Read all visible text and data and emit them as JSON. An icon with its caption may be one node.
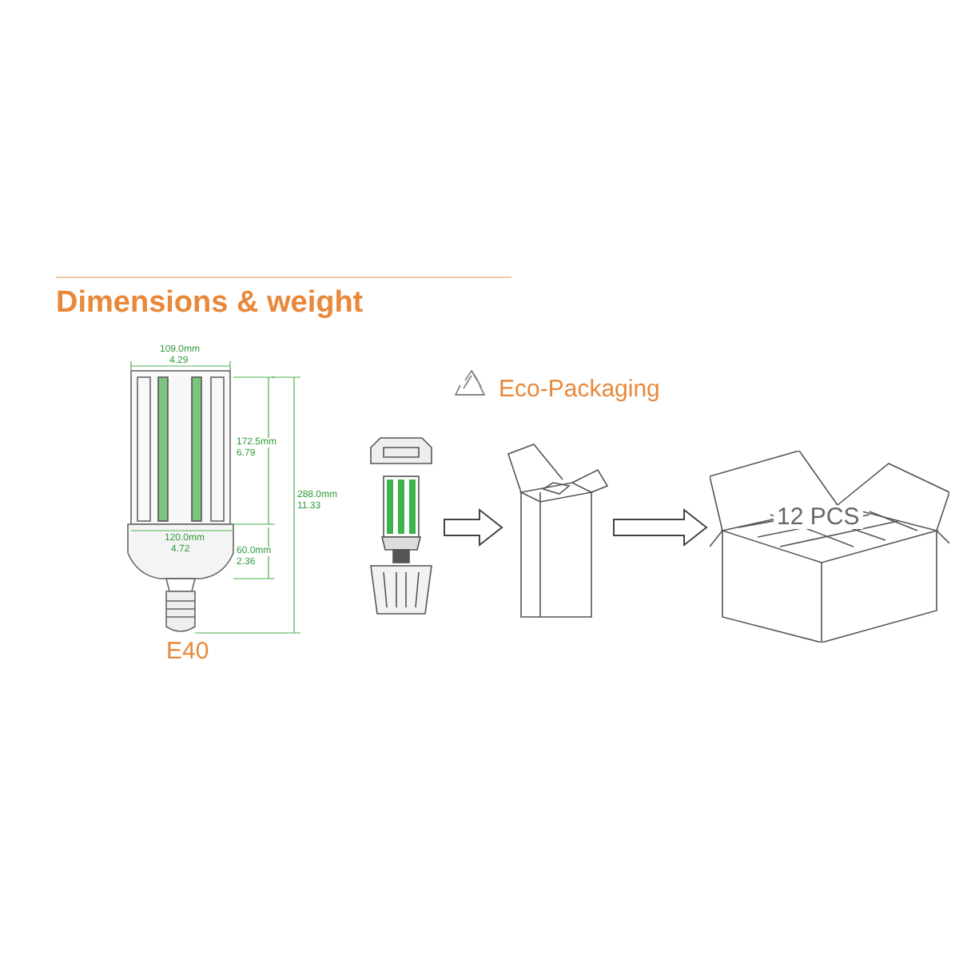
{
  "diagram": {
    "title": "Dimensions & weight",
    "nodes": [
      {
        "text": [],
        "shape": "picture"
      },
      {
        "text": [],
        "shape": "picture"
      },
      {
        "text": [
          "12 PCS"
        ]
      }
    ],
    "edges": [
      {
        "from": 0,
        "to": 1,
        "arrow": "to"
      },
      {
        "from": 1,
        "to": 2,
        "arrow": "to"
      }
    ],
    "labels": [
      "109.0mm",
      "4.29",
      "172.5mm",
      "6.79",
      "288.0mm",
      "11.33",
      "120.0mm",
      "4.72",
      "60.0mm",
      "2.36",
      "E40",
      "Eco-Packaging"
    ]
  }
}
